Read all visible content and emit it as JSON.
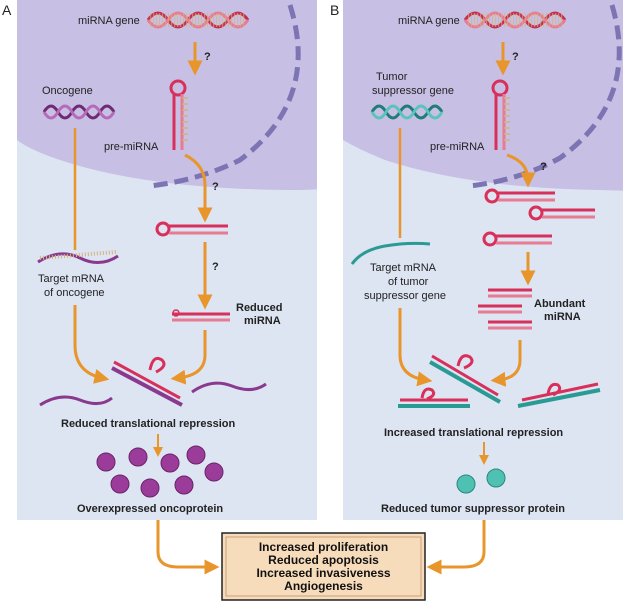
{
  "panel_a": {
    "letter": "A",
    "mirna_gene": "miRNA gene",
    "q1": "?",
    "q2": "?",
    "q3": "?",
    "gene": "Oncogene",
    "pre_mirna": "pre-miRNA",
    "target_line1": "Target mRNA",
    "target_line2": "of oncogene",
    "mirna_line1": "Reduced",
    "mirna_line2": "miRNA",
    "repression": "Reduced translational repression",
    "protein": "Overexpressed oncoprotein"
  },
  "panel_b": {
    "letter": "B",
    "mirna_gene": "miRNA gene",
    "q1": "?",
    "q2": "?",
    "gene_line1": "Tumor",
    "gene_line2": "suppressor gene",
    "pre_mirna": "pre-miRNA",
    "target_line1": "Target mRNA",
    "target_line2": "of tumor",
    "target_line3": "suppressor gene",
    "mirna_line1": "Abundant",
    "mirna_line2": "miRNA",
    "repression": "Increased translational repression",
    "protein": "Reduced tumor suppressor protein"
  },
  "outcome": {
    "lines": [
      "Increased proliferation",
      "Reduced apoptosis",
      "Increased invasiveness",
      "Angiogenesis"
    ]
  },
  "colors": {
    "panel_bg": "#dde4f2",
    "nucleus": "#c8bfe4",
    "arrow": "#e8962c",
    "mirna": "#d8305a",
    "oncogene": "#8a3a8e",
    "suppressor": "#2a9a94",
    "outcome_bg": "#f7dcbc"
  }
}
